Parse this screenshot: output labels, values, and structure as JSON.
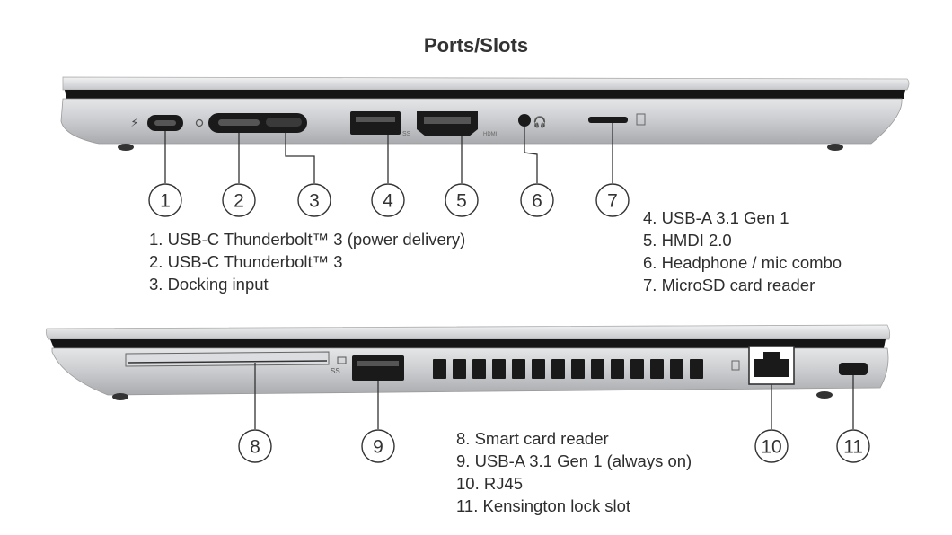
{
  "title": "Ports/Slots",
  "colors": {
    "chassis": "#c7c9cc",
    "port_black": "#1a1a1a",
    "leader": "#333333"
  },
  "callouts": [
    "1",
    "2",
    "3",
    "4",
    "5",
    "6",
    "7",
    "8",
    "9",
    "10",
    "11"
  ],
  "port_marks": {
    "ss_left": "SS",
    "hdmi": "HDMI",
    "ss_right": "SS"
  },
  "legend_left_top": [
    "1. USB-C Thunderbolt™ 3 (power delivery)",
    "2. USB-C Thunderbolt™ 3",
    "3. Docking input"
  ],
  "legend_right_top": [
    "4. USB-A 3.1 Gen 1",
    "5. HMDI 2.0",
    "6. Headphone / mic combo",
    "7. MicroSD card reader"
  ],
  "legend_bottom": [
    "8. Smart card reader",
    "9. USB-A 3.1 Gen 1 (always on)",
    "10. RJ45",
    "11. Kensington lock slot"
  ]
}
